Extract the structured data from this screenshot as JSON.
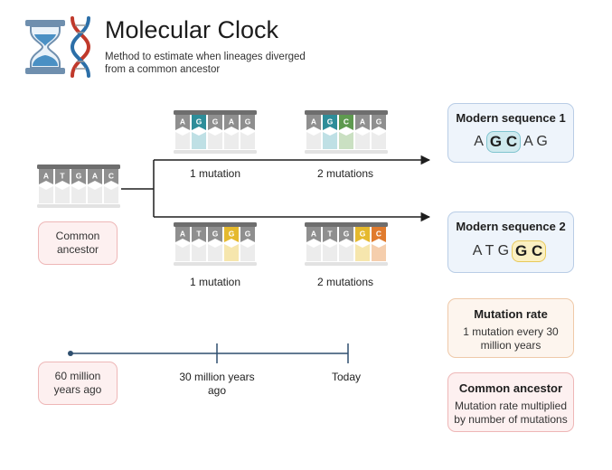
{
  "header": {
    "title": "Molecular Clock",
    "subtitle": "Method to estimate when lineages diverged from a common ancestor"
  },
  "ancestor": {
    "label": "Common ancestor",
    "strip": [
      "A",
      "T",
      "G",
      "A",
      "C"
    ]
  },
  "upper_branch": {
    "strip1": {
      "bases": [
        "A",
        "G",
        "G",
        "A",
        "G"
      ],
      "caption": "1 mutation"
    },
    "strip2": {
      "bases": [
        "A",
        "G",
        "C",
        "A",
        "G"
      ],
      "caption": "2 mutations"
    }
  },
  "lower_branch": {
    "strip1": {
      "bases": [
        "A",
        "T",
        "G",
        "G",
        "G"
      ],
      "caption": "1 mutation"
    },
    "strip2": {
      "bases": [
        "A",
        "T",
        "G",
        "G",
        "C"
      ],
      "caption": "2 mutations"
    }
  },
  "modern1": {
    "heading": "Modern sequence 1",
    "pre": "A",
    "highlight": "G C",
    "post": "A G"
  },
  "modern2": {
    "heading": "Modern sequence 2",
    "pre": "A T G",
    "highlight": "G C",
    "post": ""
  },
  "rate_box": {
    "heading": "Mutation rate",
    "body": "1 mutation every 30 million years"
  },
  "ancestor_box": {
    "heading": "Common ancestor",
    "body": "Mutation rate multiplied by number of mutations"
  },
  "timeline": {
    "start": "60 million years ago",
    "middle": "30 million years ago",
    "end": "Today"
  },
  "colors": {
    "neutral": "#8f8f8f",
    "teal": "#2e8d99",
    "green": "#5e9a4f",
    "yellow": "#e5b92d",
    "orange": "#e07b2e",
    "bar": "#6e6e6e",
    "pink_border": "#eeb7b7",
    "blue_border": "#b9cde6",
    "peach_border": "#efc9a9",
    "hourglass_blue": "#4a90c4",
    "dna_red": "#c0392b",
    "dna_blue": "#2c6fa8"
  }
}
